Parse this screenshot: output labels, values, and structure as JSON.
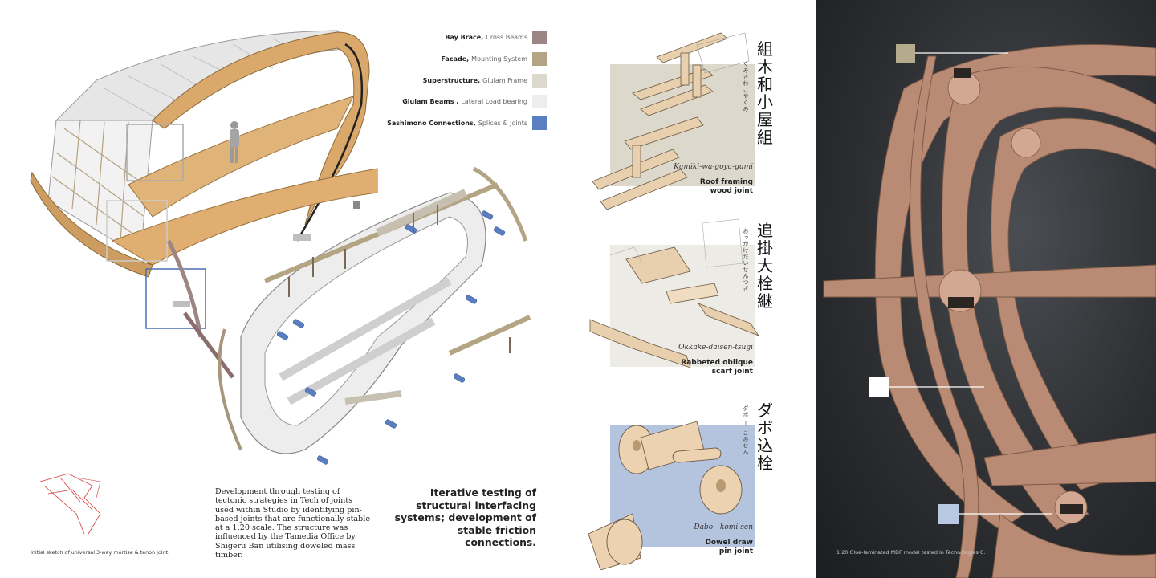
{
  "legend": [
    {
      "bold": "Bay Brace,",
      "sub": "Cross Beams",
      "color": "#9c8585"
    },
    {
      "bold": "Facade,",
      "sub": "Mounting System",
      "color": "#b3a583"
    },
    {
      "bold": "Superstructure,",
      "sub": "Glulam Frame",
      "color": "#ddd8cc"
    },
    {
      "bold": "Glulam Beams ,",
      "sub": "Lateral Load bearing",
      "color": "#ededed"
    },
    {
      "bold": "Sashimono Connections,",
      "sub": "Splices & Joints",
      "color": "#5a7fc0"
    }
  ],
  "sketch_caption": "Initial sketch of universal 3-way mortise & tenon joint.",
  "description": "Development through testing of tectonic strategies in Tech of joints used within Studio by identifying pin-based joints that are functionally stable at a 1:20 scale. The structure was influenced by the Tamedia Office by Shigeru Ban utilising doweled mass timber.",
  "headline": "Iterative testing of structural interfacing systems; development of stable friction connections.",
  "joints": [
    {
      "kanji": [
        "組",
        "木",
        "和",
        "小",
        "屋",
        "組"
      ],
      "kana": "くみきわこやくみ",
      "romaji": "Kumiki-wa-goya-gumi",
      "title1": "Roof framing",
      "title2": "wood joint",
      "bg": "#dcd8cb"
    },
    {
      "kanji": [
        "追",
        "掛",
        "大",
        "栓",
        "継"
      ],
      "kana": "おっかけだいせんつぎ",
      "romaji": "Okkake-daisen-tsugi",
      "title1": "Rabbeted oblique",
      "title2": "scarf joint",
      "bg": "#ecebe6"
    },
    {
      "kanji": [
        "ダ",
        "ボ",
        "込",
        "栓"
      ],
      "kana": "ダボ ー こみせん",
      "romaji": "Dabo - komi-sen",
      "title1": "Dowel draw",
      "title2": "pin joint",
      "bg": "#b4c4df"
    }
  ],
  "photo_caption": "1:20 Glue-laminated MDF model tested in Technologies C.",
  "photo_markers": [
    {
      "color": "#b5aa8b"
    },
    {
      "color": "#ffffff"
    },
    {
      "color": "#b8c7e2"
    }
  ]
}
